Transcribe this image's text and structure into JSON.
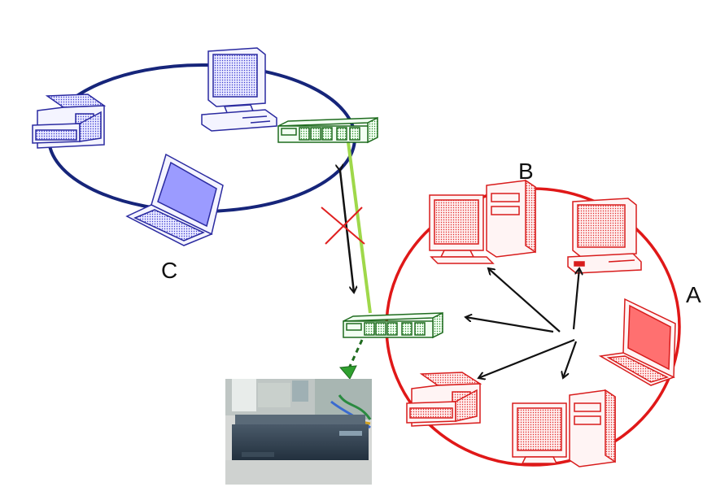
{
  "labels": {
    "a": "A",
    "b": "B",
    "c": "C"
  },
  "colors": {
    "network_c": "#16257a",
    "network_ab": "#e01818",
    "switch": "#1f6b1f",
    "uplink": "#9fd84a",
    "blocked": "#e02020",
    "arrows": "#111111"
  },
  "icons": {
    "network_c": [
      "desktop-computer-icon",
      "printer-icon",
      "laptop-icon"
    ],
    "network_ab": [
      "tower-computer-icon",
      "desktop-computer-icon",
      "laptop-icon",
      "tower-computer-icon",
      "printer-icon"
    ],
    "switches": [
      "network-switch-icon",
      "network-switch-icon"
    ],
    "device_photo": "rack-server-photo"
  }
}
